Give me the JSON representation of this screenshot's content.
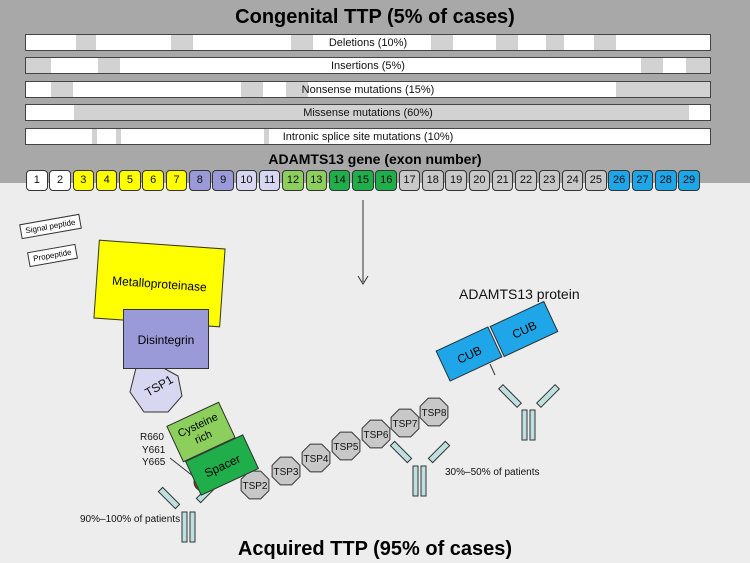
{
  "titles": {
    "congenital": "Congenital TTP (5% of cases)",
    "acquired": "Acquired TTP (95% of cases)",
    "gene": "ADAMTS13 gene (exon number)",
    "protein": "ADAMTS13 protein"
  },
  "mutation_bars": [
    {
      "label": "Deletions (10%)"
    },
    {
      "label": "Insertions (5%)"
    },
    {
      "label": "Nonsense mutations (15%)"
    },
    {
      "label": "Missense mutations (60%)"
    },
    {
      "label": "Intronic splice site mutations (10%)"
    }
  ],
  "exons": [
    {
      "n": "1",
      "color": "#ffffff"
    },
    {
      "n": "2",
      "color": "#ffffff"
    },
    {
      "n": "3",
      "color": "#ffff00"
    },
    {
      "n": "4",
      "color": "#ffff00"
    },
    {
      "n": "5",
      "color": "#ffff00"
    },
    {
      "n": "6",
      "color": "#ffff00"
    },
    {
      "n": "7",
      "color": "#ffff00"
    },
    {
      "n": "8",
      "color": "#9a9ad8"
    },
    {
      "n": "9",
      "color": "#9a9ad8"
    },
    {
      "n": "10",
      "color": "#d7d7f2"
    },
    {
      "n": "11",
      "color": "#d7d7f2"
    },
    {
      "n": "12",
      "color": "#8ccf5c"
    },
    {
      "n": "13",
      "color": "#8ccf5c"
    },
    {
      "n": "14",
      "color": "#1fae4a"
    },
    {
      "n": "15",
      "color": "#1fae4a"
    },
    {
      "n": "16",
      "color": "#1fae4a"
    },
    {
      "n": "17",
      "color": "#c8c8c8"
    },
    {
      "n": "18",
      "color": "#c8c8c8"
    },
    {
      "n": "19",
      "color": "#c8c8c8"
    },
    {
      "n": "20",
      "color": "#c8c8c8"
    },
    {
      "n": "21",
      "color": "#c8c8c8"
    },
    {
      "n": "22",
      "color": "#c8c8c8"
    },
    {
      "n": "23",
      "color": "#c8c8c8"
    },
    {
      "n": "24",
      "color": "#c8c8c8"
    },
    {
      "n": "25",
      "color": "#c8c8c8"
    },
    {
      "n": "26",
      "color": "#1ea6e8"
    },
    {
      "n": "27",
      "color": "#1ea6e8"
    },
    {
      "n": "28",
      "color": "#1ea6e8"
    },
    {
      "n": "29",
      "color": "#1ea6e8"
    }
  ],
  "domains": {
    "signal_peptide": "Signal peptide",
    "propeptide": "Propeptide",
    "metalloproteinase": "Metalloproteinase",
    "disintegrin": "Disintegrin",
    "tsp1": "TSP1",
    "cysteine_rich": "Cysteine rich",
    "spacer": "Spacer",
    "tsp_repeats": [
      "TSP2",
      "TSP3",
      "TSP4",
      "TSP5",
      "TSP6",
      "TSP7",
      "TSP8"
    ],
    "cub": [
      "CUB",
      "CUB"
    ]
  },
  "annotations": {
    "residues": [
      "R660",
      "Y661",
      "Y665"
    ],
    "antibody_spacer": "90%–100% of patients",
    "antibody_cub": "30%–50% of patients"
  }
}
